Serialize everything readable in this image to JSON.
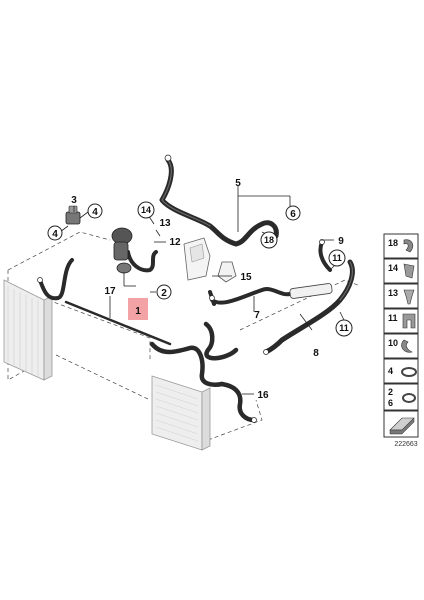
{
  "callouts": {
    "c1": "1",
    "c2": "2",
    "c3": "3",
    "c4a": "4",
    "c4b": "4",
    "c5": "5",
    "c6": "6",
    "c7": "7",
    "c8": "8",
    "c9": "9",
    "c11a": "11",
    "c11b": "11",
    "c12": "12",
    "c13": "13",
    "c14": "14",
    "c15": "15",
    "c16": "16",
    "c17": "17",
    "c18": "18"
  },
  "legend": {
    "items": [
      {
        "num": "18"
      },
      {
        "num": "14"
      },
      {
        "num": "13"
      },
      {
        "num": "11"
      },
      {
        "num": "10"
      },
      {
        "num": "4"
      },
      {
        "num": "2",
        "num2": "6"
      }
    ]
  },
  "diagram_code": "222663",
  "colors": {
    "highlight": "#f3a3a6",
    "hose": "#2a2a2a",
    "radiator": "#e6e6e6"
  }
}
